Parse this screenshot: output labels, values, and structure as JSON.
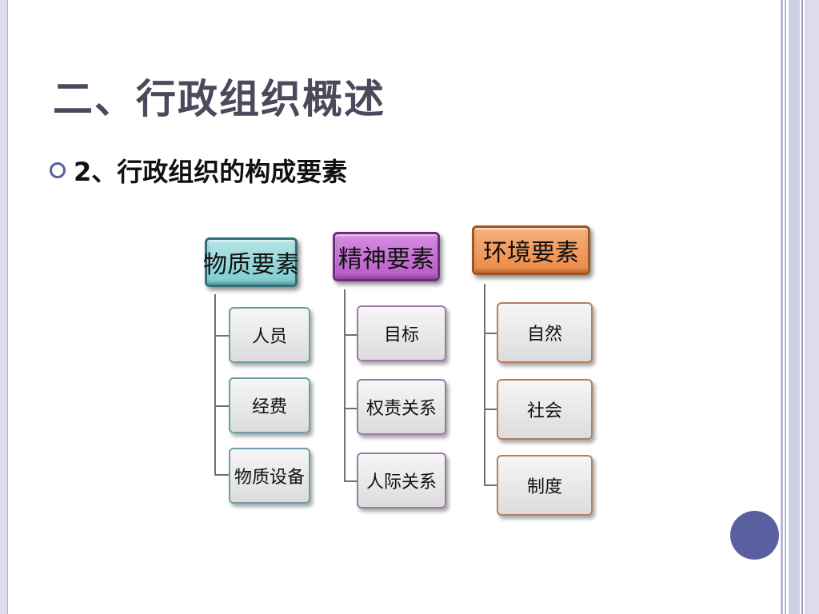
{
  "slide": {
    "title": "二、行政组织概述",
    "bullet": "2、行政组织的构成要素"
  },
  "diagram": {
    "columns": [
      {
        "heading": "物质要素",
        "color": "#7ccdd2",
        "items": [
          "人员",
          "经费",
          "物质设备"
        ]
      },
      {
        "heading": "精神要素",
        "color": "#b75ac8",
        "items": [
          "目标",
          "权责关系",
          "人际关系"
        ]
      },
      {
        "heading": "环境要素",
        "color": "#ee8a45",
        "items": [
          "自然",
          "社会",
          "制度"
        ]
      }
    ]
  },
  "colors": {
    "accent": "#5a5fa0",
    "title": "#4a4a5c"
  }
}
